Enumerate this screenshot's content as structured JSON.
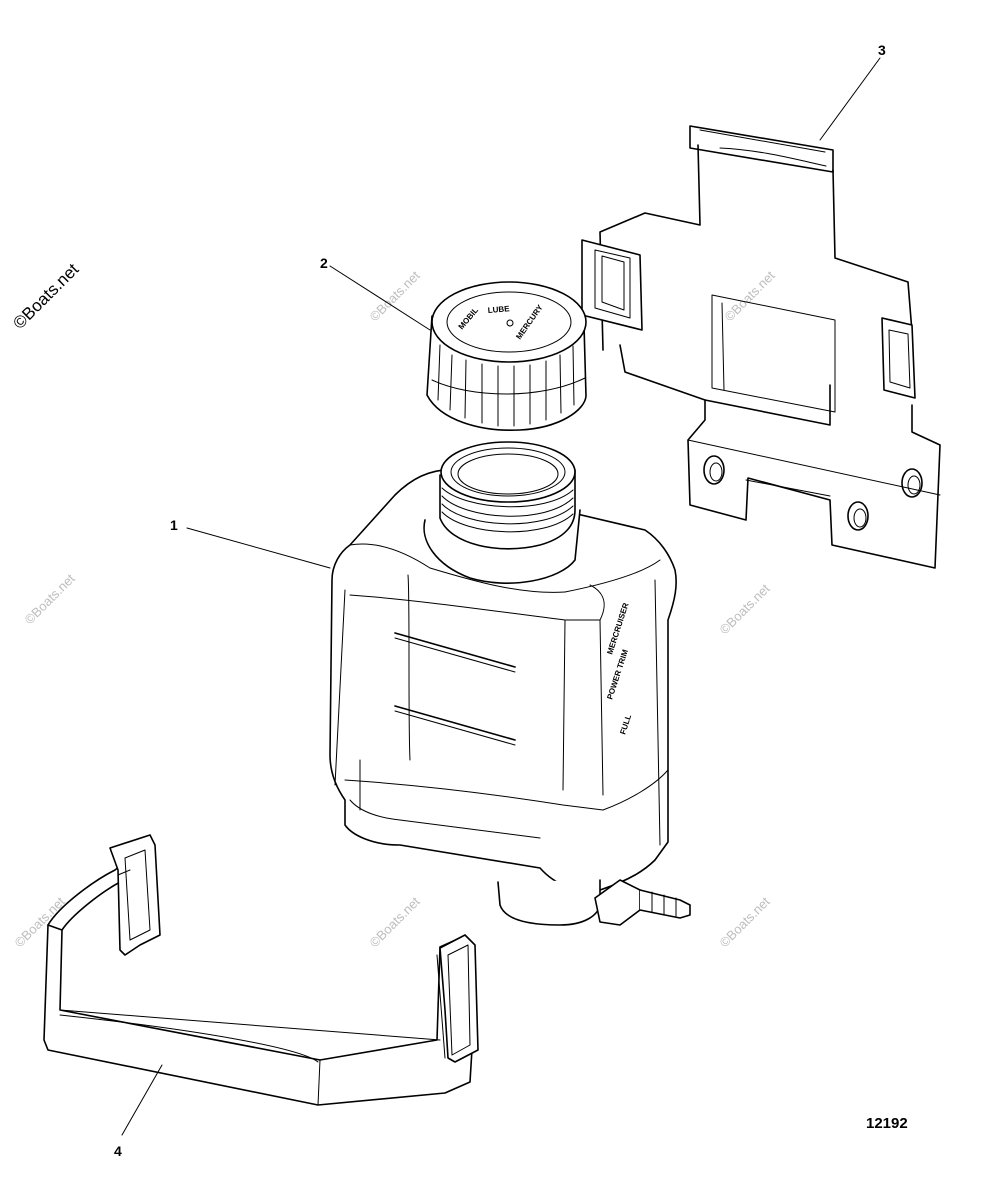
{
  "diagram": {
    "figure_number": "12192",
    "callouts": [
      {
        "id": "1",
        "label": "1"
      },
      {
        "id": "2",
        "label": "2"
      },
      {
        "id": "3",
        "label": "3"
      },
      {
        "id": "4",
        "label": "4"
      }
    ],
    "watermark_main": "©Boats.net",
    "watermark_repeat": "©Boats.net"
  }
}
